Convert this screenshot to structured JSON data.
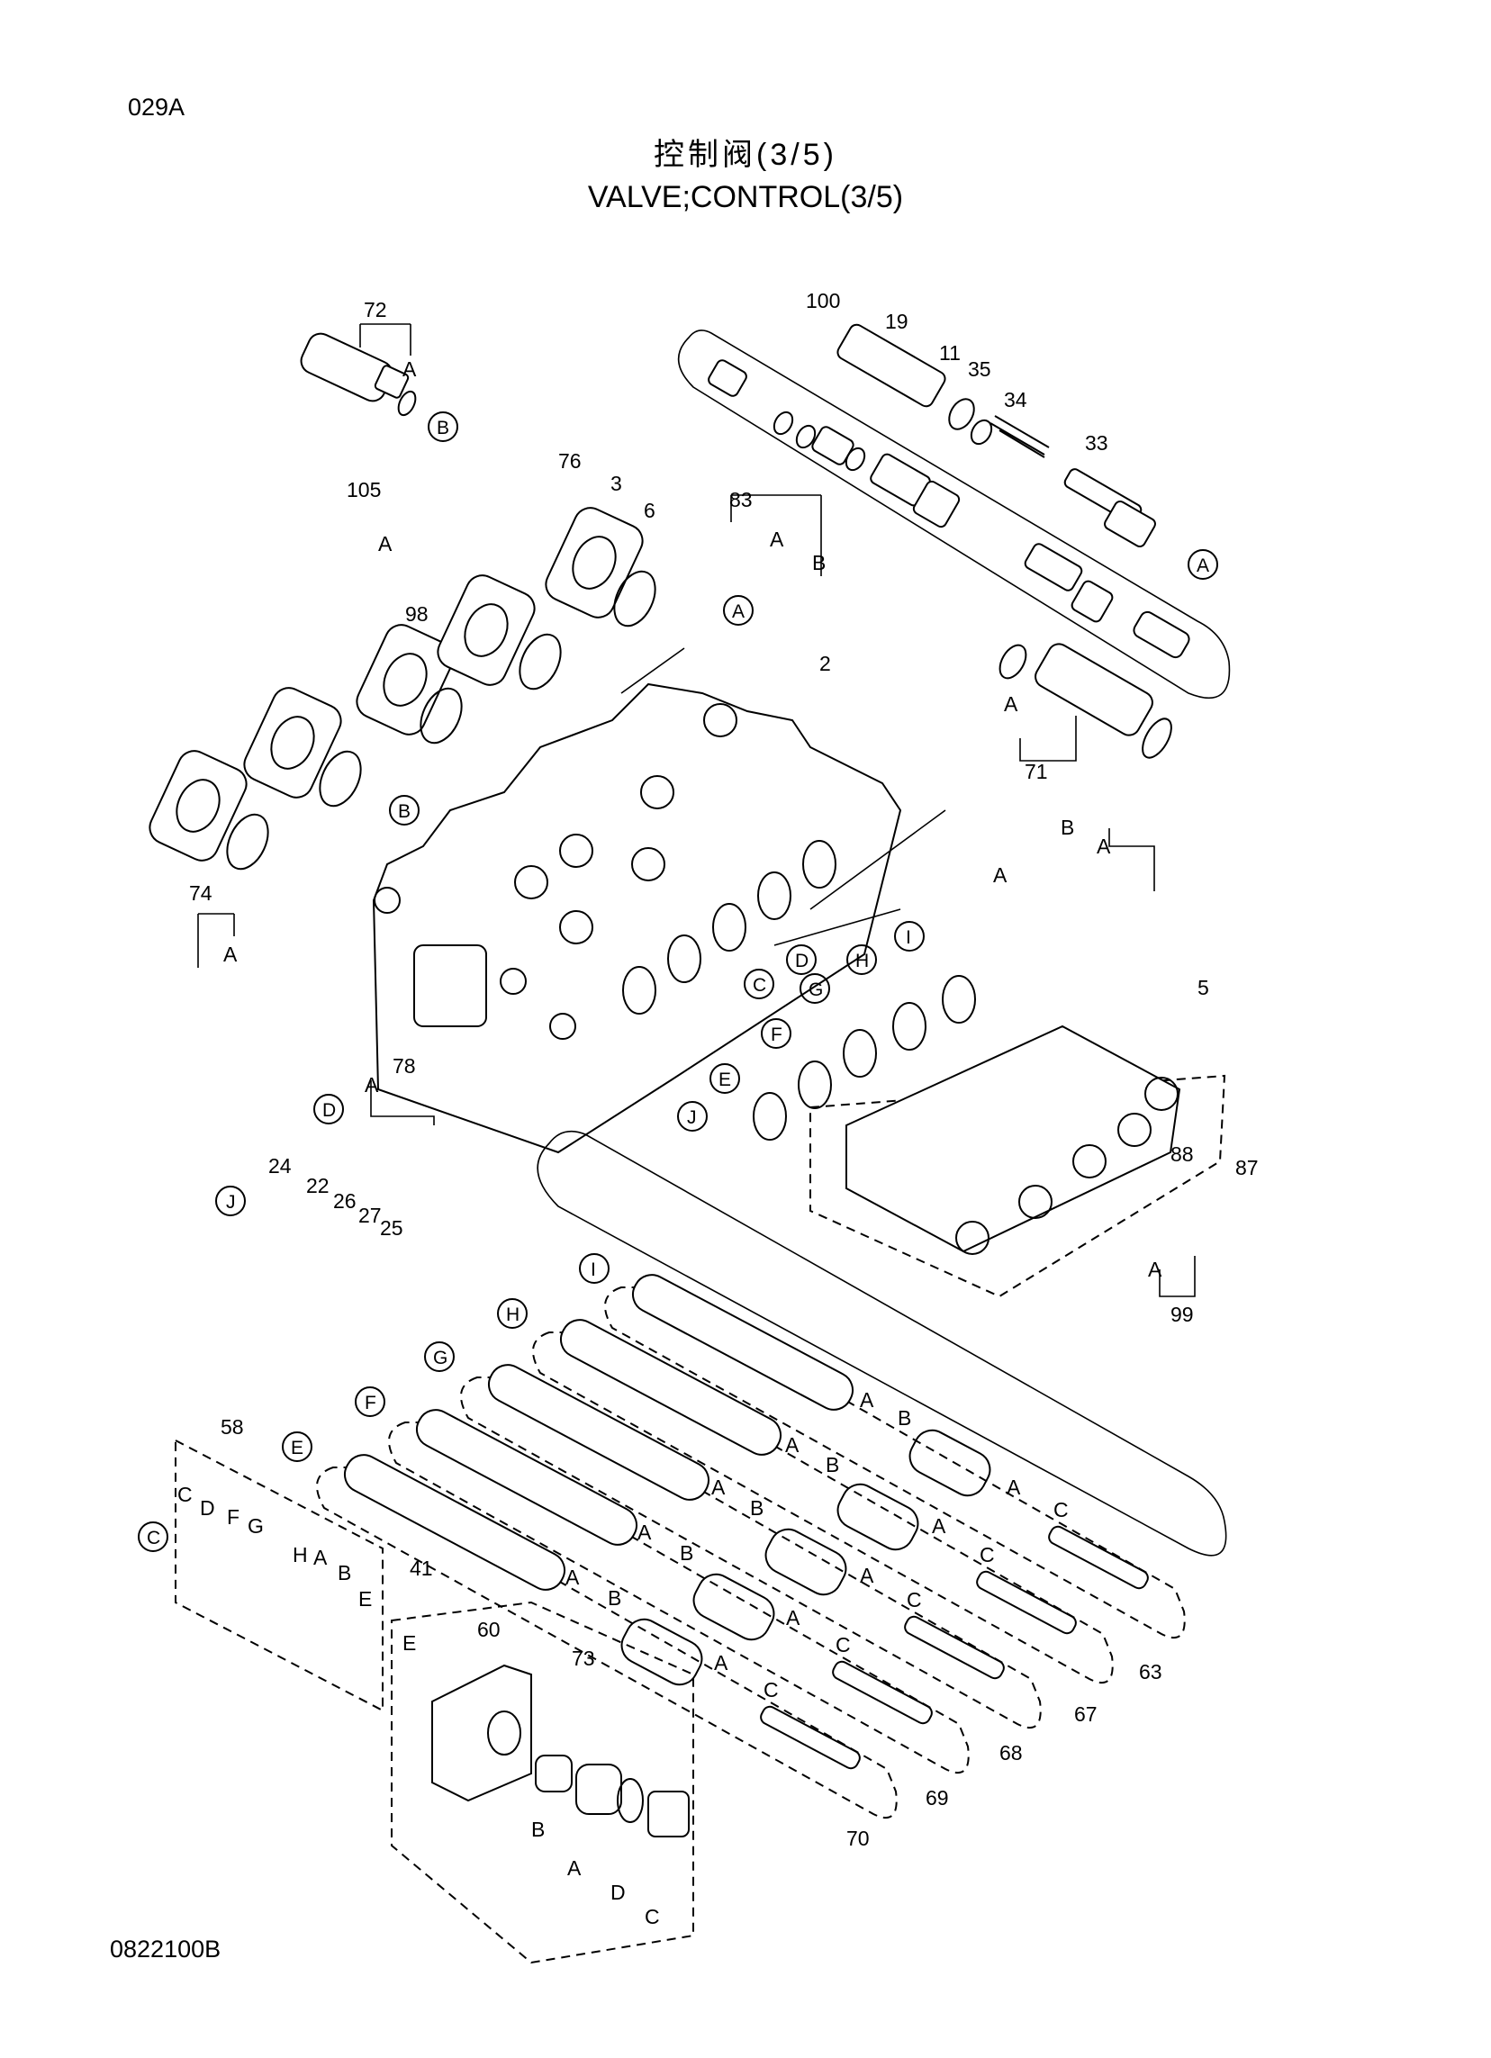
{
  "header": {
    "page_code": "029A",
    "title_cn": "控制阀(3/5)",
    "title_en": "VALVE;CONTROL(3/5)"
  },
  "footer": {
    "doc_number": "0822100B"
  },
  "callouts": [
    "72",
    "100",
    "19",
    "11",
    "35",
    "34",
    "33",
    "105",
    "76",
    "3",
    "6",
    "83",
    "98",
    "2",
    "71",
    "74",
    "5",
    "78",
    "24",
    "22",
    "26",
    "27",
    "25",
    "88",
    "87",
    "99",
    "58",
    "41",
    "60",
    "73",
    "63",
    "67",
    "68",
    "69",
    "70"
  ],
  "reference_letters": [
    "A",
    "B",
    "C",
    "D",
    "E",
    "F",
    "G",
    "H",
    "I",
    "J"
  ]
}
